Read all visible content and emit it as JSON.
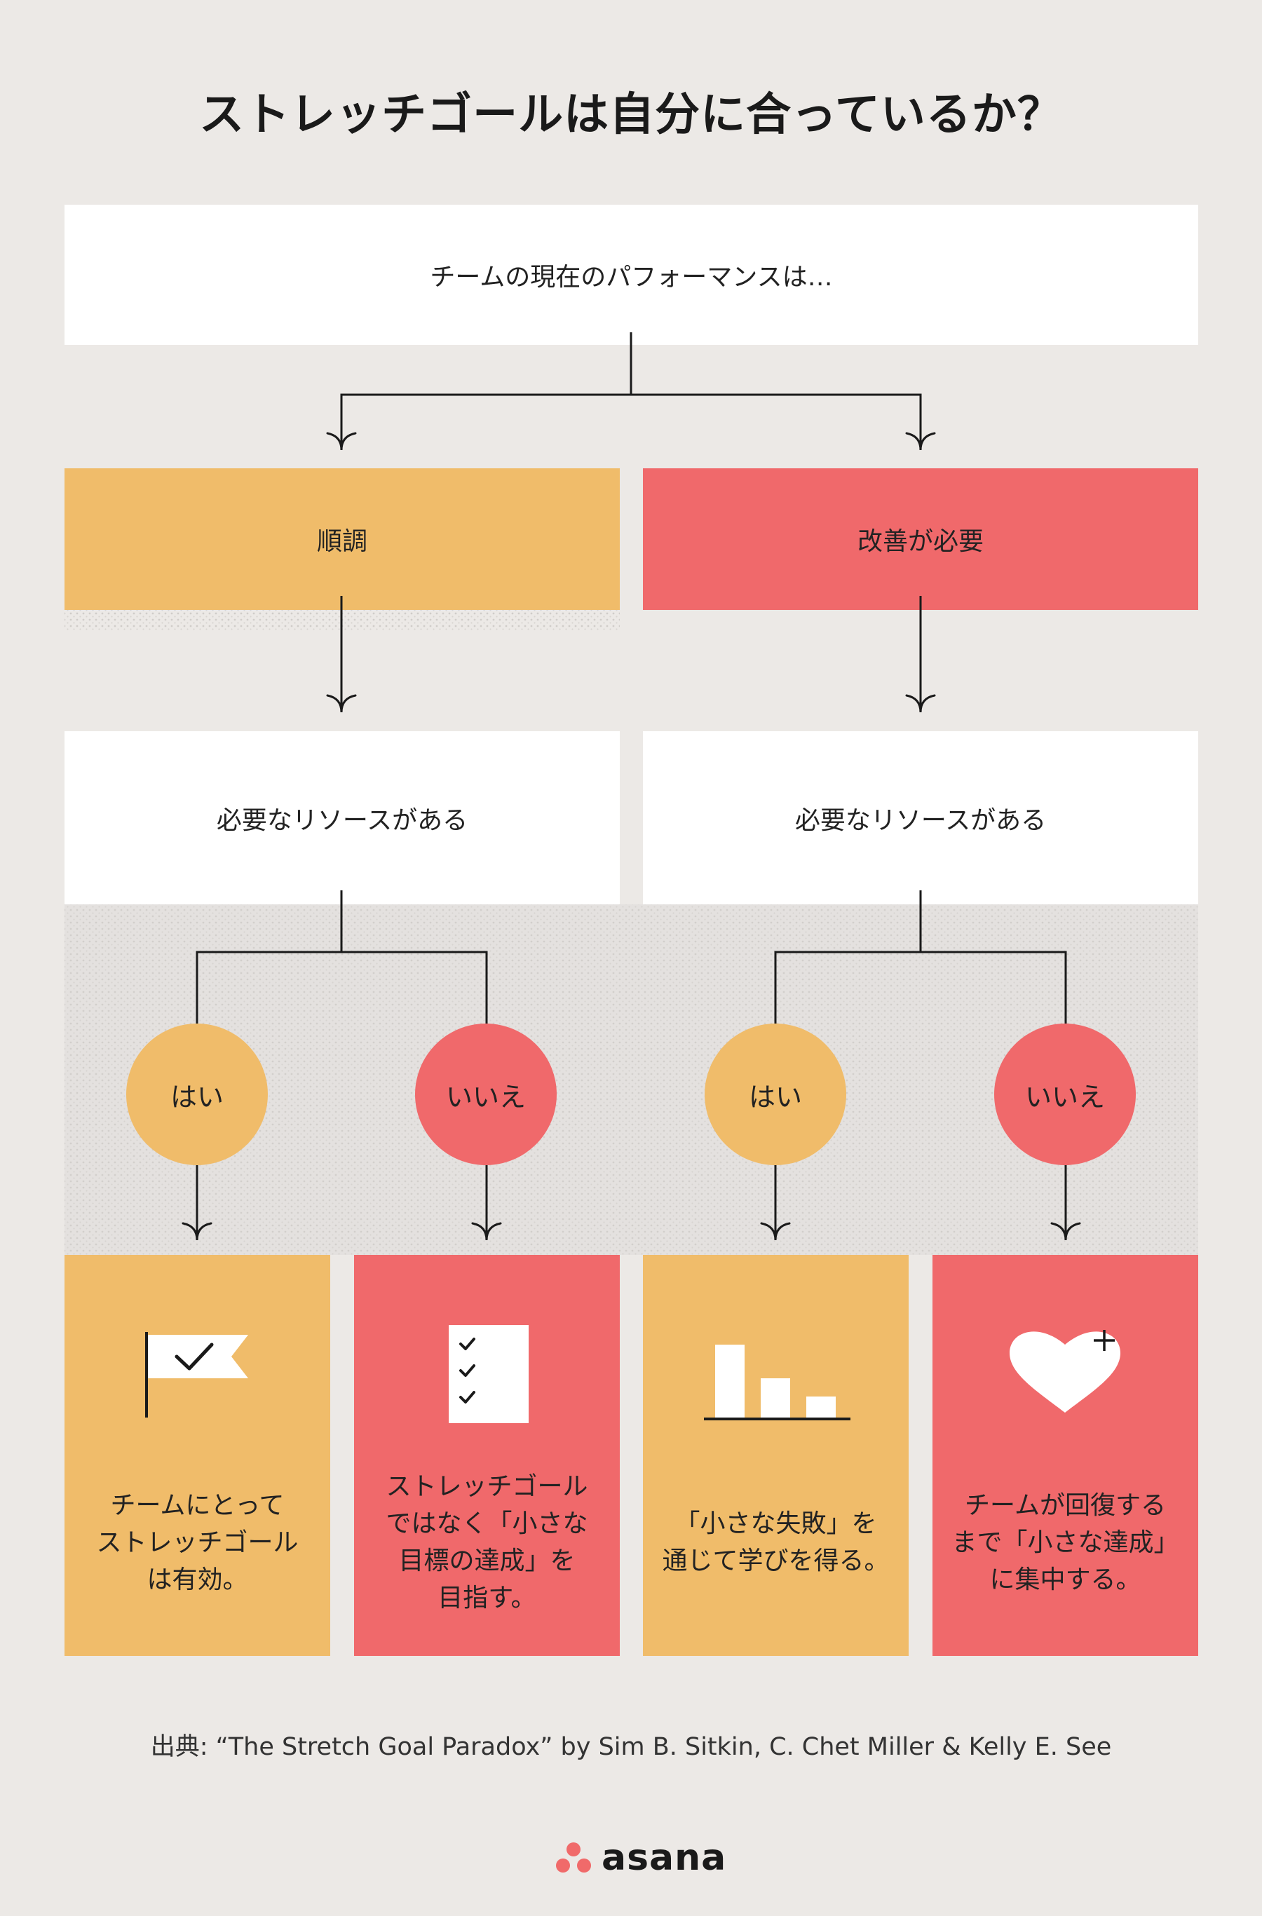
{
  "title": "ストレッチゴールは自分に合っているか？",
  "question": "チームの現在のパフォーマンスは…",
  "branches": [
    {
      "label": "順調",
      "resource_question": "必要なリソースがある",
      "yes_label": "はい",
      "no_label": "いいえ",
      "yes_outcome": {
        "icon": "flag-check-icon",
        "text": "チームにとって\nストレッチゴール\nは有効。"
      },
      "no_outcome": {
        "icon": "checklist-icon",
        "text": "ストレッチゴール\nではなく「小さな\n目標の達成」を\n目指す。"
      }
    },
    {
      "label": "改善が必要",
      "resource_question": "必要なリソースがある",
      "yes_label": "はい",
      "no_label": "いいえ",
      "yes_outcome": {
        "icon": "bar-chart-decreasing-icon",
        "text": "「小さな失敗」を\n通じて学びを得る。"
      },
      "no_outcome": {
        "icon": "heart-plus-icon",
        "text": "チームが回復する\nまで「小さな達成」\nに集中する。"
      }
    }
  ],
  "source": "出典: “The Stretch Goal Paradox” by Sim B. Sitkin, C. Chet Miller & Kelly E. See",
  "logo": {
    "icon": "asana-dots-icon",
    "text": "asana",
    "dot_color": "#f06a6a"
  },
  "colors": {
    "background": "#ece9e6",
    "yellow": "#f0bc6a",
    "red": "#f0696b",
    "white": "#ffffff",
    "line": "#1a1a1a"
  }
}
